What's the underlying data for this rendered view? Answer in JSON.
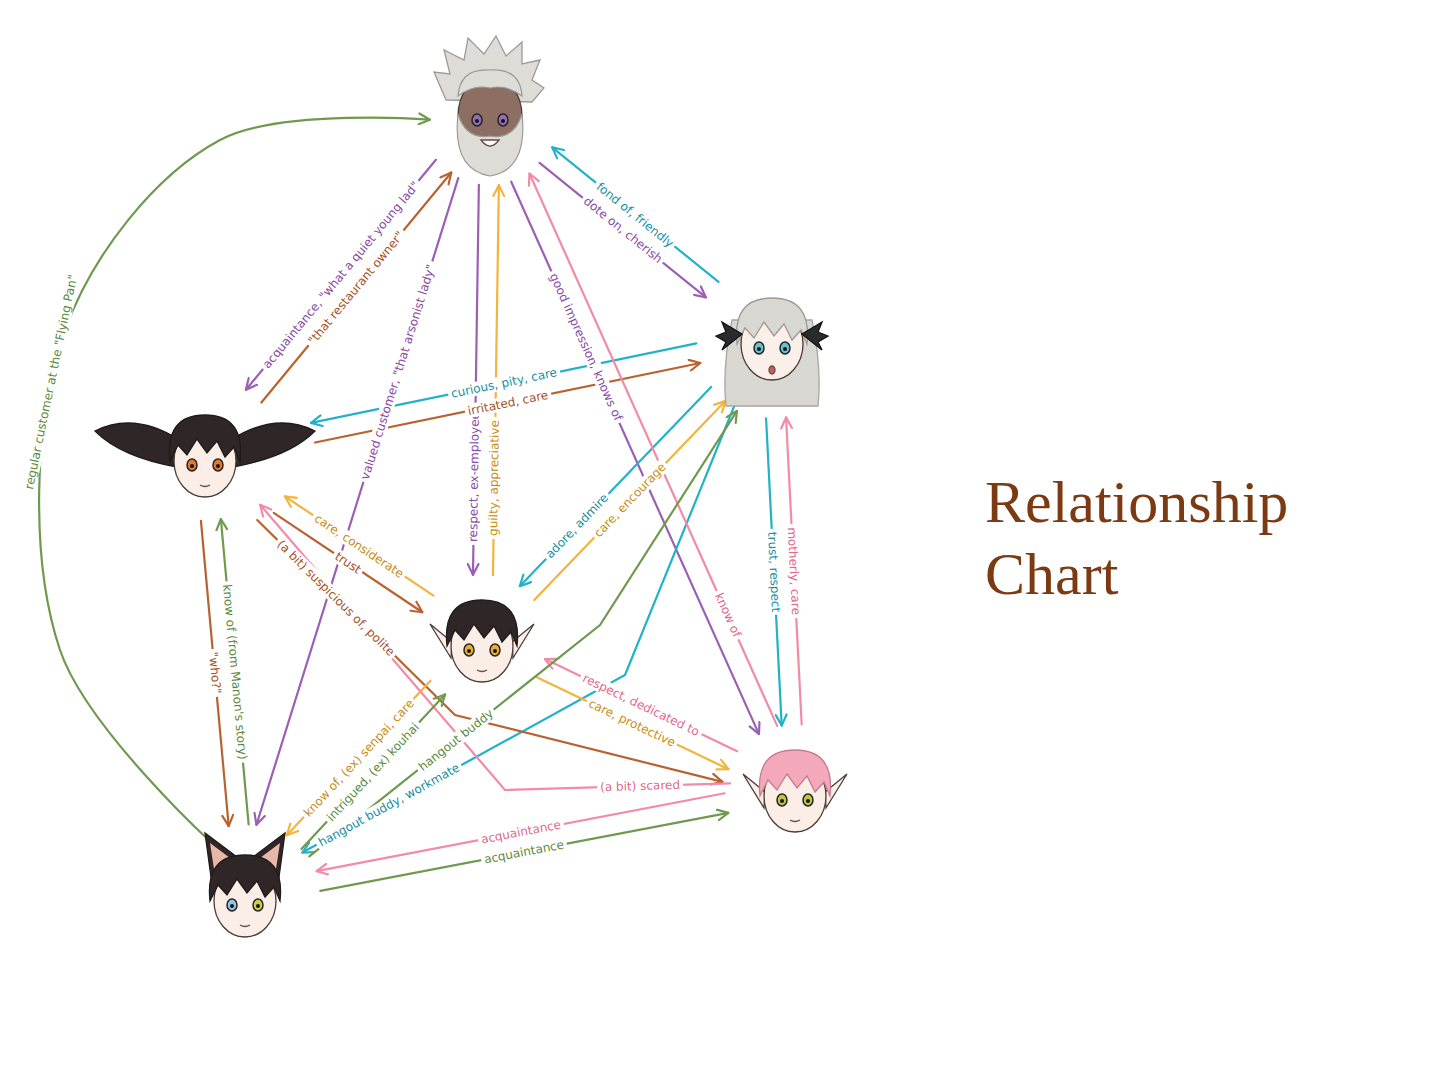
{
  "diagram": {
    "title": "Relationship Chart",
    "nodes": [
      {
        "text": []
      },
      {
        "text": []
      },
      {
        "text": []
      },
      {
        "text": []
      },
      {
        "text": []
      },
      {
        "text": []
      }
    ],
    "edges": [
      {
        "from": 0,
        "to": 2,
        "arrow": "to",
        "label": "acquaintance, \"what a quiet young lad\""
      },
      {
        "from": 0,
        "to": 5,
        "arrow": "to",
        "label": "valued customer, \"that arsonist lady\""
      },
      {
        "from": 0,
        "to": 3,
        "arrow": "to",
        "label": "respect, ex-employee"
      },
      {
        "from": 0,
        "to": 1,
        "arrow": "to",
        "label": "dote on, cherish"
      },
      {
        "from": 0,
        "to": 4,
        "arrow": "to",
        "label": "good impression, knows of"
      },
      {
        "from": 1,
        "to": 0,
        "arrow": "to",
        "label": "fond of, friendly"
      },
      {
        "from": 1,
        "to": 2,
        "arrow": "to",
        "label": "curious, pity, care"
      },
      {
        "from": 1,
        "to": 3,
        "arrow": "to",
        "label": "adore, admire"
      },
      {
        "from": 1,
        "to": 5,
        "arrow": "to",
        "label": "hangout buddy, workmate"
      },
      {
        "from": 1,
        "to": 4,
        "arrow": "to",
        "label": "trust, respect"
      },
      {
        "from": 2,
        "to": 0,
        "arrow": "to",
        "label": "\"that restaurant owner\""
      },
      {
        "from": 2,
        "to": 1,
        "arrow": "to",
        "label": "irritated, care"
      },
      {
        "from": 2,
        "to": 3,
        "arrow": "to",
        "label": "trust"
      },
      {
        "from": 2,
        "to": 5,
        "arrow": "to",
        "label": "\"who?\""
      },
      {
        "from": 2,
        "to": 4,
        "arrow": "to",
        "label": "(a bit) suspicious of, polite"
      },
      {
        "from": 3,
        "to": 0,
        "arrow": "to",
        "label": "guilty, appreciative"
      },
      {
        "from": 3,
        "to": 2,
        "arrow": "to",
        "label": "care, considerate"
      },
      {
        "from": 3,
        "to": 1,
        "arrow": "to",
        "label": "care, encourage"
      },
      {
        "from": 3,
        "to": 5,
        "arrow": "to",
        "label": "know of, (ex) senpai, care"
      },
      {
        "from": 3,
        "to": 4,
        "arrow": "to",
        "label": "care, protective"
      },
      {
        "from": 4,
        "to": 0,
        "arrow": "to",
        "label": "know of"
      },
      {
        "from": 4,
        "to": 1,
        "arrow": "to",
        "label": "motherly, care"
      },
      {
        "from": 4,
        "to": 3,
        "arrow": "to",
        "label": "respect, dedicated to"
      },
      {
        "from": 4,
        "to": 2,
        "arrow": "to",
        "label": "(a bit) scared"
      },
      {
        "from": 4,
        "to": 5,
        "arrow": "to",
        "label": "acquaintance"
      },
      {
        "from": 5,
        "to": 0,
        "arrow": "to",
        "label": "regular customer at the \"Flying Pan\""
      },
      {
        "from": 5,
        "to": 2,
        "arrow": "to",
        "label": "know of (from Manon's story)"
      },
      {
        "from": 5,
        "to": 3,
        "arrow": "to",
        "label": "intrigued, (ex) kouhai"
      },
      {
        "from": 5,
        "to": 1,
        "arrow": "to",
        "label": "hangout buddy"
      },
      {
        "from": 5,
        "to": 4,
        "arrow": "to",
        "label": "acquaintance"
      }
    ]
  }
}
